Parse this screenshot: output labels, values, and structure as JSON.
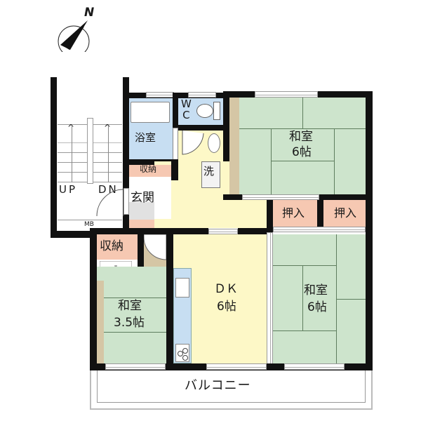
{
  "compass": {
    "north_label": "N",
    "icon": "north-arrow-icon"
  },
  "stairwell": {
    "up_label": "UP",
    "down_label": "DN",
    "meter_box_label": "MB"
  },
  "rooms": {
    "bath": {
      "label": "浴室"
    },
    "wc": {
      "label": "W\nC"
    },
    "storage_entry": {
      "label": "収納"
    },
    "entrance": {
      "label": "玄関"
    },
    "laundry": {
      "label": "洗"
    },
    "washitsu_top": {
      "name": "和室",
      "size": "6帖"
    },
    "oshiire_left": {
      "label": "押入"
    },
    "oshiire_right": {
      "label": "押入"
    },
    "storage_small": {
      "label": "収納"
    },
    "washitsu_small": {
      "name": "和室",
      "size": "3.5帖"
    },
    "dk": {
      "name": "ＤＫ",
      "size": "6帖"
    },
    "washitsu_bottom": {
      "name": "和室",
      "size": "6帖"
    },
    "balcony": {
      "label": "バルコニー"
    }
  },
  "colors": {
    "wall": "#111111",
    "tatami": "#cde4cc",
    "flooring": "#fdf8c7",
    "wet_area": "#c7def2",
    "storage": "#f6c8b2",
    "tokonoma": "#d5c6a5"
  }
}
